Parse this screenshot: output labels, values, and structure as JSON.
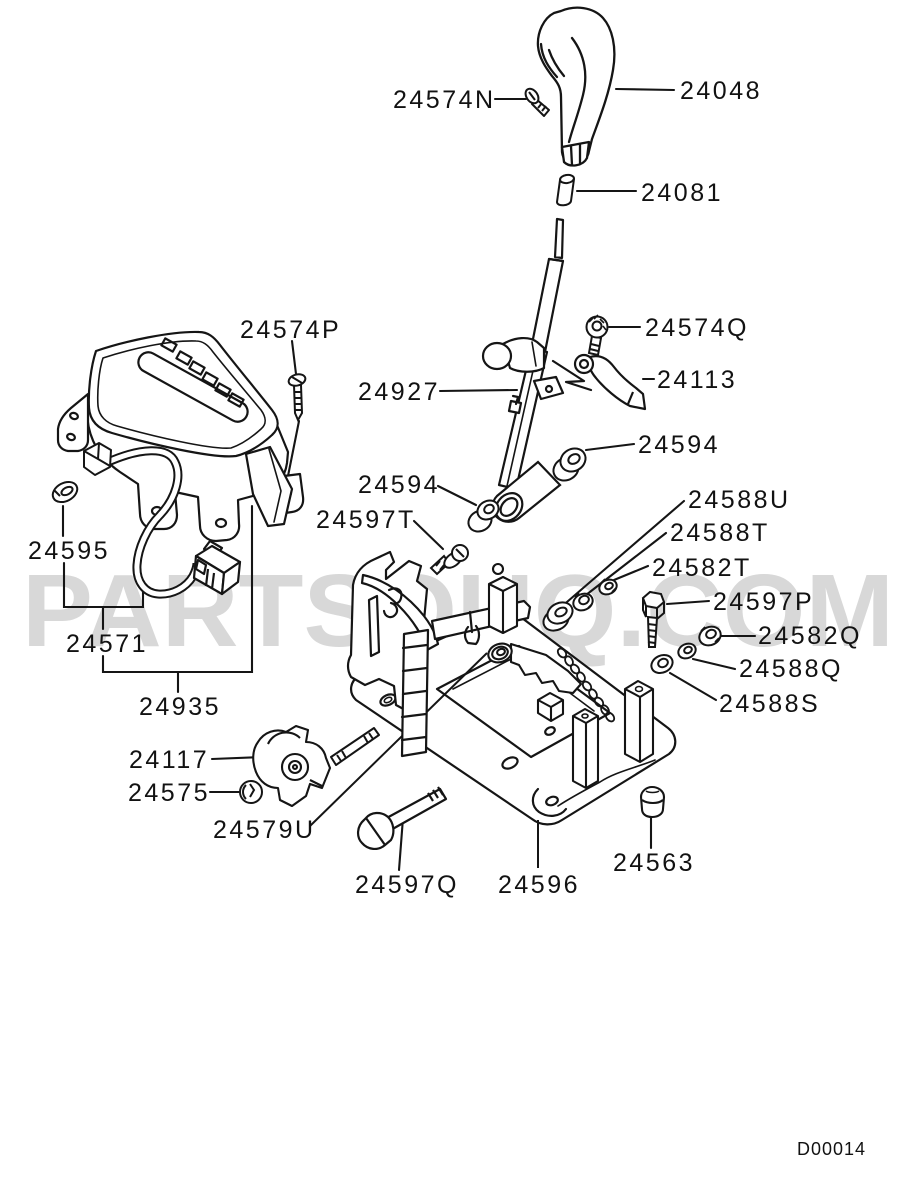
{
  "diagram": {
    "watermark": "PARTSOUQ.COM",
    "drawing_code": "D00014",
    "parts": [
      {
        "label": "24574N"
      },
      {
        "label": "24048"
      },
      {
        "label": "24081"
      },
      {
        "label": "24574Q"
      },
      {
        "label": "24113"
      },
      {
        "label": "24927"
      },
      {
        "label": "24594"
      },
      {
        "label": "24594"
      },
      {
        "label": "24597T"
      },
      {
        "label": "24588U"
      },
      {
        "label": "24588T"
      },
      {
        "label": "24582T"
      },
      {
        "label": "24597P"
      },
      {
        "label": "24582Q"
      },
      {
        "label": "24588Q"
      },
      {
        "label": "24588S"
      },
      {
        "label": "24574P"
      },
      {
        "label": "24595"
      },
      {
        "label": "24571"
      },
      {
        "label": "24935"
      },
      {
        "label": "24117"
      },
      {
        "label": "24575"
      },
      {
        "label": "24579U"
      },
      {
        "label": "24597Q"
      },
      {
        "label": "24596"
      },
      {
        "label": "24563"
      }
    ]
  }
}
